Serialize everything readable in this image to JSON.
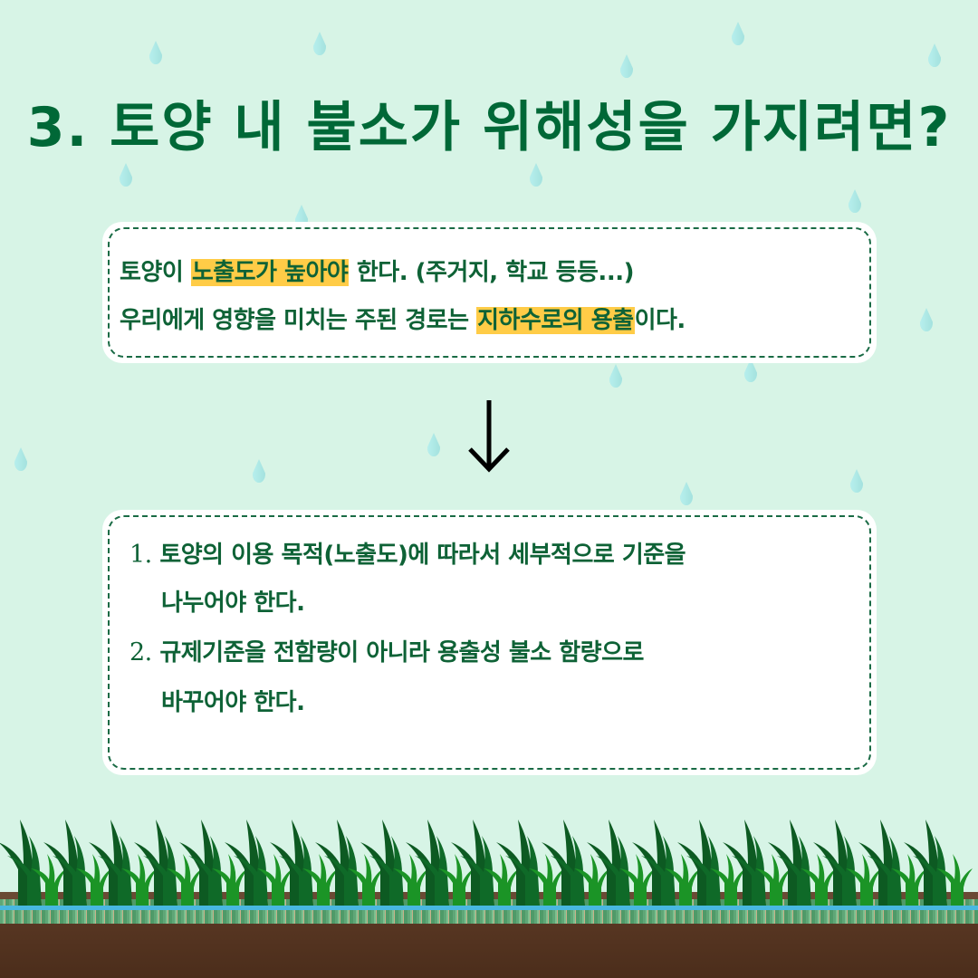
{
  "title": "3. 토양 내 불소가 위해성을 가지려면?",
  "colors": {
    "background": "#d7f4e6",
    "title": "#006837",
    "text": "#0e6236",
    "highlight": "#ffcc47",
    "border": "#1a6b45",
    "raindrop": "#a9e8e6",
    "soil": "#573622"
  },
  "condition_box": {
    "line1": {
      "before": "토양이 ",
      "highlight": "노출도가 높아야",
      "after": " 한다. (주거지, 학교 등등...)"
    },
    "line2": {
      "before": "우리에게 영향을 미치는 주된 경로는 ",
      "highlight": "지하수로의 용출",
      "after": "이다."
    }
  },
  "arrow_icon": "down-arrow",
  "recommendations": {
    "items": [
      {
        "number": "1.",
        "line1": "토양의 이용 목적(노출도)에 따라서 세부적으로 기준을",
        "line2": "나누어야 한다."
      },
      {
        "number": "2.",
        "line1": "규제기준을 전함량이 아니라 용출성 불소 함량으로",
        "line2": "바꾸어야 한다."
      }
    ]
  }
}
